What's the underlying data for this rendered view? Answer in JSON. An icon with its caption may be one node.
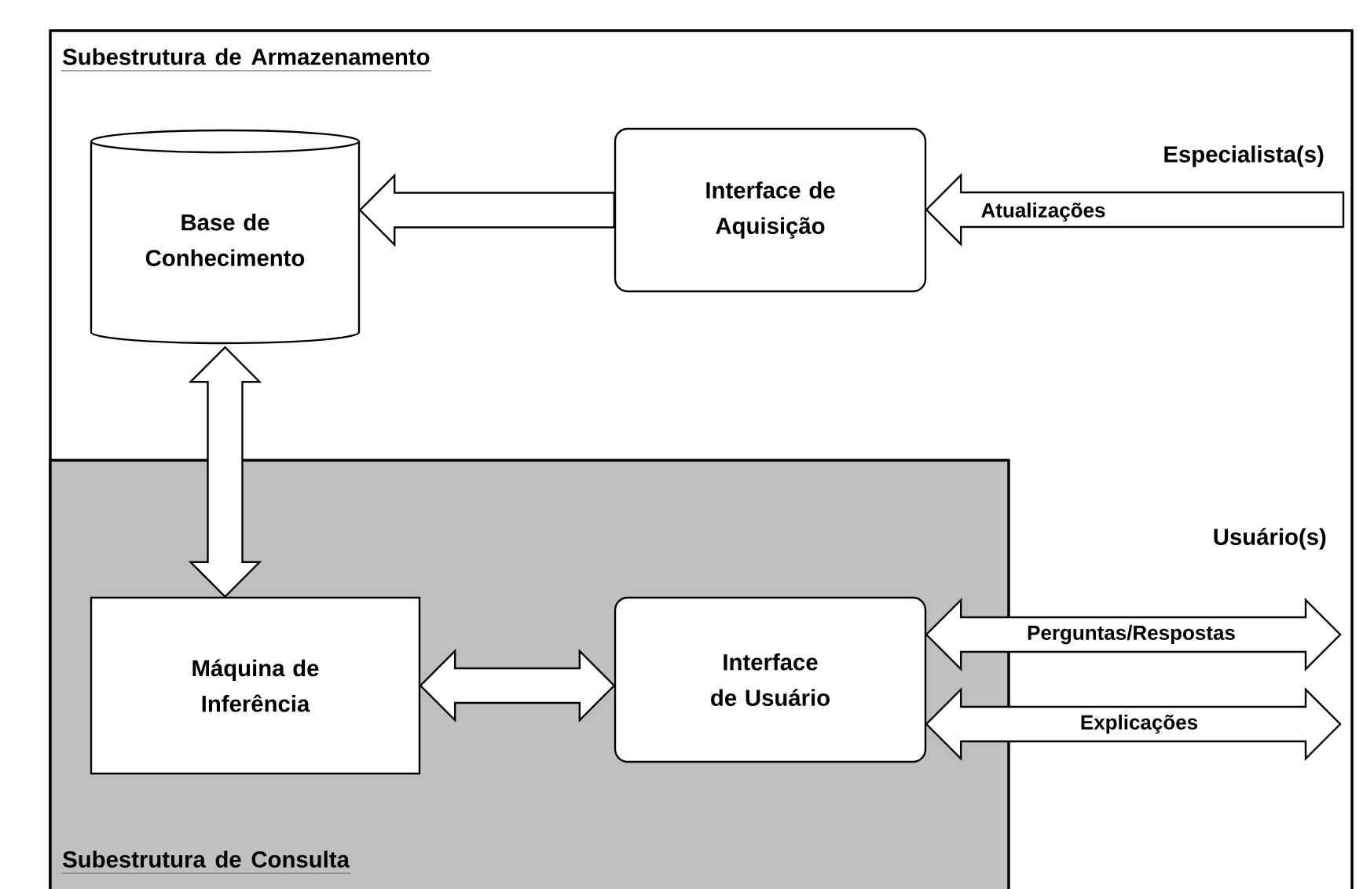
{
  "diagram": {
    "nodes": [
      {
        "text": [
          "Subestrutura de Armazenamento"
        ]
      },
      {
        "text": [
          "Base de Conhecimento"
        ],
        "in": 0
      },
      {
        "text": [
          "Interface de Aquisição"
        ],
        "in": 0
      },
      {
        "text": [
          "Subestrutura de Consulta"
        ],
        "in": 0
      },
      {
        "text": [
          "Máquina de Inferência"
        ],
        "in": 3
      },
      {
        "text": [
          "Interface de Usuário"
        ],
        "in": 3
      }
    ],
    "edges": [
      {
        "from": null,
        "to": 2,
        "arrow": "to",
        "label": "Atualizações"
      },
      {
        "from": 2,
        "to": 1,
        "arrow": "to"
      },
      {
        "from": 1,
        "to": 4,
        "arrow": "both"
      },
      {
        "from": 4,
        "to": 5,
        "arrow": "both"
      },
      {
        "from": 5,
        "to": null,
        "arrow": "both",
        "label": "Perguntas/Respostas"
      },
      {
        "from": 5,
        "to": null,
        "arrow": "both",
        "label": "Explicações"
      }
    ],
    "labels": [
      "Especialista(s)",
      "Usuário(s)"
    ]
  }
}
